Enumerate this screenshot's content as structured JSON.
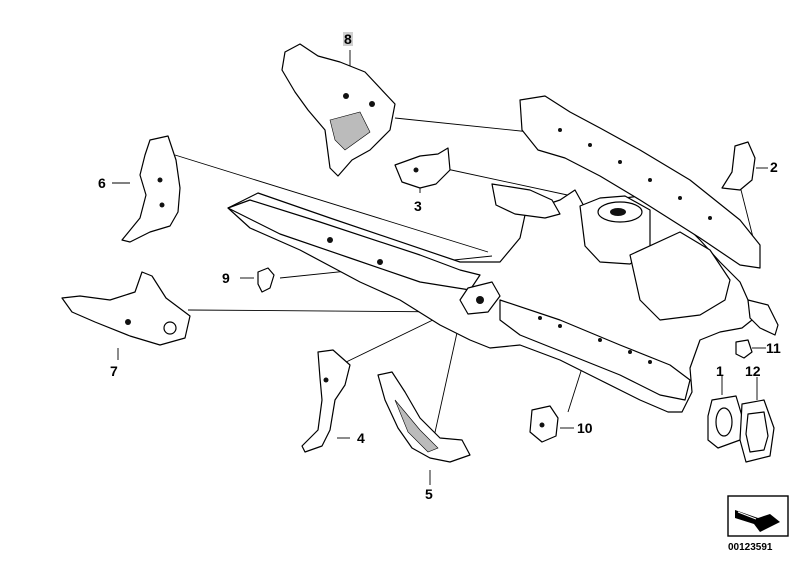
{
  "callouts": {
    "c1": "1",
    "c2": "2",
    "c3": "3",
    "c4": "4",
    "c5": "5",
    "c6": "6",
    "c7": "7",
    "c8": "8",
    "c9": "9",
    "c10": "10",
    "c11": "11",
    "c12": "12"
  },
  "highlighted_callout": "8",
  "drawing_code": "00123591",
  "colors": {
    "line": "#000000",
    "highlight": "#cfcfcf",
    "background": "#ffffff"
  },
  "icons": {
    "navigation": "arrow-icon"
  }
}
